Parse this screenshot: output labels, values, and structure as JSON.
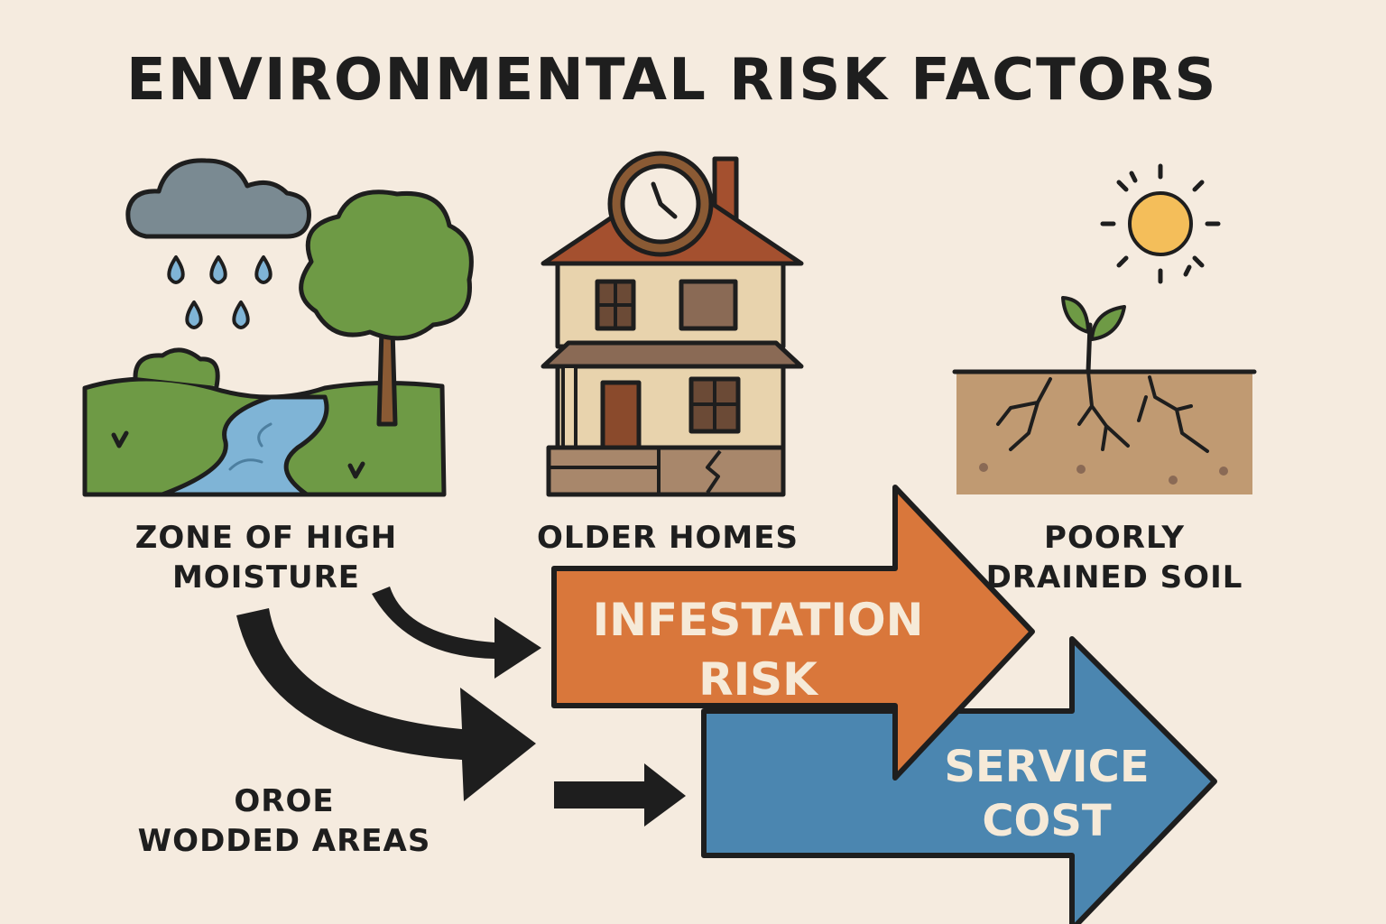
{
  "title": "ENVIRONMENTAL RISK FACTORS",
  "factors": [
    {
      "label_lines": [
        "ZONE OF HIGH",
        "MOISTURE"
      ],
      "icon": "river-landscape-icon"
    },
    {
      "label_lines": [
        "OLDER HOMES"
      ],
      "icon": "old-house-icon"
    },
    {
      "label_lines": [
        "POORLY",
        "DRAINED SOIL"
      ],
      "icon": "dry-soil-sprout-icon"
    },
    {
      "label_lines": [
        "OROE",
        "WODDED AREAS"
      ],
      "icon": "none"
    }
  ],
  "outcomes": [
    {
      "lines": [
        "INFESTATION",
        "RISK"
      ],
      "color": "#d9773b"
    },
    {
      "lines": [
        "SERVICE",
        "COST"
      ],
      "color": "#4b86b0"
    }
  ],
  "colors": {
    "background": "#f5ebdf",
    "outline": "#1e1e1e",
    "grass": "#6e9a45",
    "water": "#7fb4d6",
    "cloud": "#7a8a92",
    "sun": "#f4be5a",
    "soil": "#c09a72",
    "house_wall": "#e8d3ad",
    "roof": "#a4502f"
  }
}
